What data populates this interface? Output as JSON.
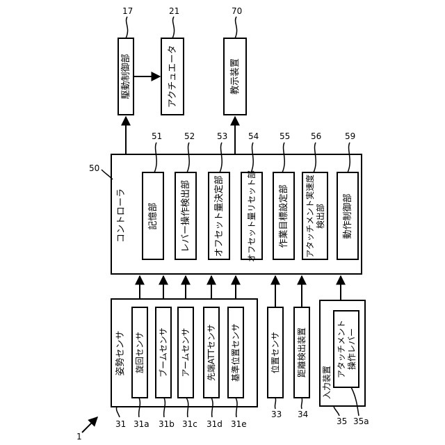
{
  "figure_ref": "1",
  "controller": {
    "ref": "50",
    "label": "コントローラ"
  },
  "units": [
    {
      "ref": "51",
      "label": "記憶部"
    },
    {
      "ref": "52",
      "label": "レバー操作検出部"
    },
    {
      "ref": "53",
      "label": "オフセット量決定部"
    },
    {
      "ref": "54",
      "label": "オフセット量リセット部"
    },
    {
      "ref": "55",
      "label": "作業目標設定部"
    },
    {
      "ref": "56",
      "label_line1": "アタッチメント実速度",
      "label_line2": "検出部"
    },
    {
      "ref": "59",
      "label": "動作制御部"
    }
  ],
  "outputs": [
    {
      "ref": "17",
      "label": "駆動制御部"
    },
    {
      "ref": "21",
      "label": "アクチュエータ"
    },
    {
      "ref": "70",
      "label": "教示装置"
    }
  ],
  "posture_sensor": {
    "ref": "31",
    "label": "姿勢センサ"
  },
  "sensors": [
    {
      "ref": "31a",
      "label": "旋回センサ"
    },
    {
      "ref": "31b",
      "label": "ブームセンサ"
    },
    {
      "ref": "31c",
      "label": "アームセンサ"
    },
    {
      "ref": "31d",
      "label": "先端ATTセンサ"
    },
    {
      "ref": "31e",
      "label": "基準位置センサ"
    }
  ],
  "position_sensor": {
    "ref": "33",
    "label": "位置センサ"
  },
  "distance_detector": {
    "ref": "34",
    "label": "距離検出装置"
  },
  "input_device": {
    "ref": "35",
    "label": "入力装置",
    "lever": {
      "ref": "35a",
      "label_line1": "アタッチメント",
      "label_line2": "操作レバー"
    }
  }
}
